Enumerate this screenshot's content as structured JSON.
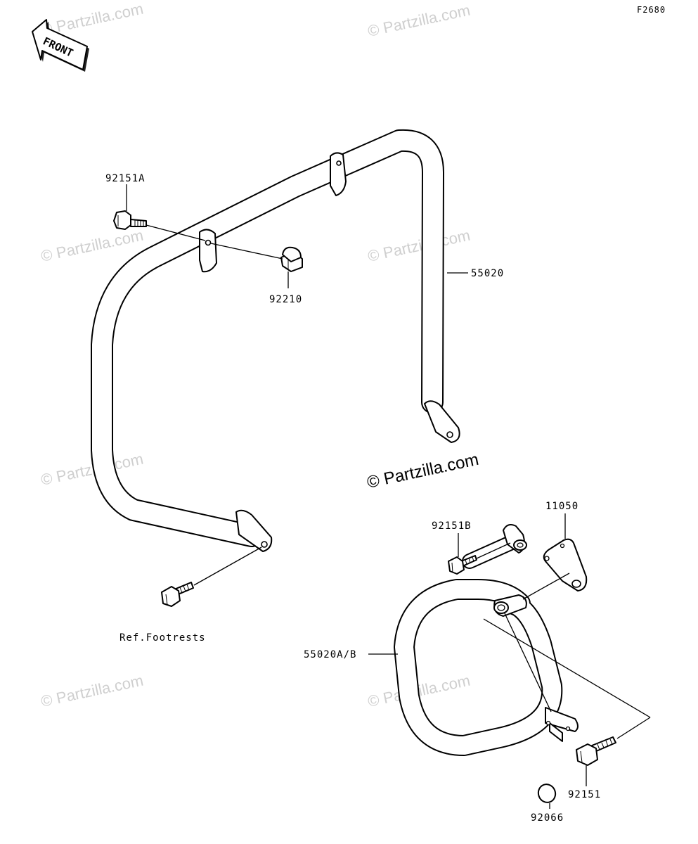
{
  "figure_code": "F2680",
  "front_label": "FRONT",
  "watermark": "© Partzilla.com",
  "watermark_main": "© Partzilla.com",
  "parts": {
    "p92151A": "92151A",
    "p92210": "92210",
    "p55020": "55020",
    "ref_footrests": "Ref.Footrests",
    "p92151B": "92151B",
    "p11050": "11050",
    "p55020AB": "55020A/B",
    "p92151": "92151",
    "p92066": "92066"
  },
  "icons": {
    "front_arrow": "front-arrow-icon"
  }
}
